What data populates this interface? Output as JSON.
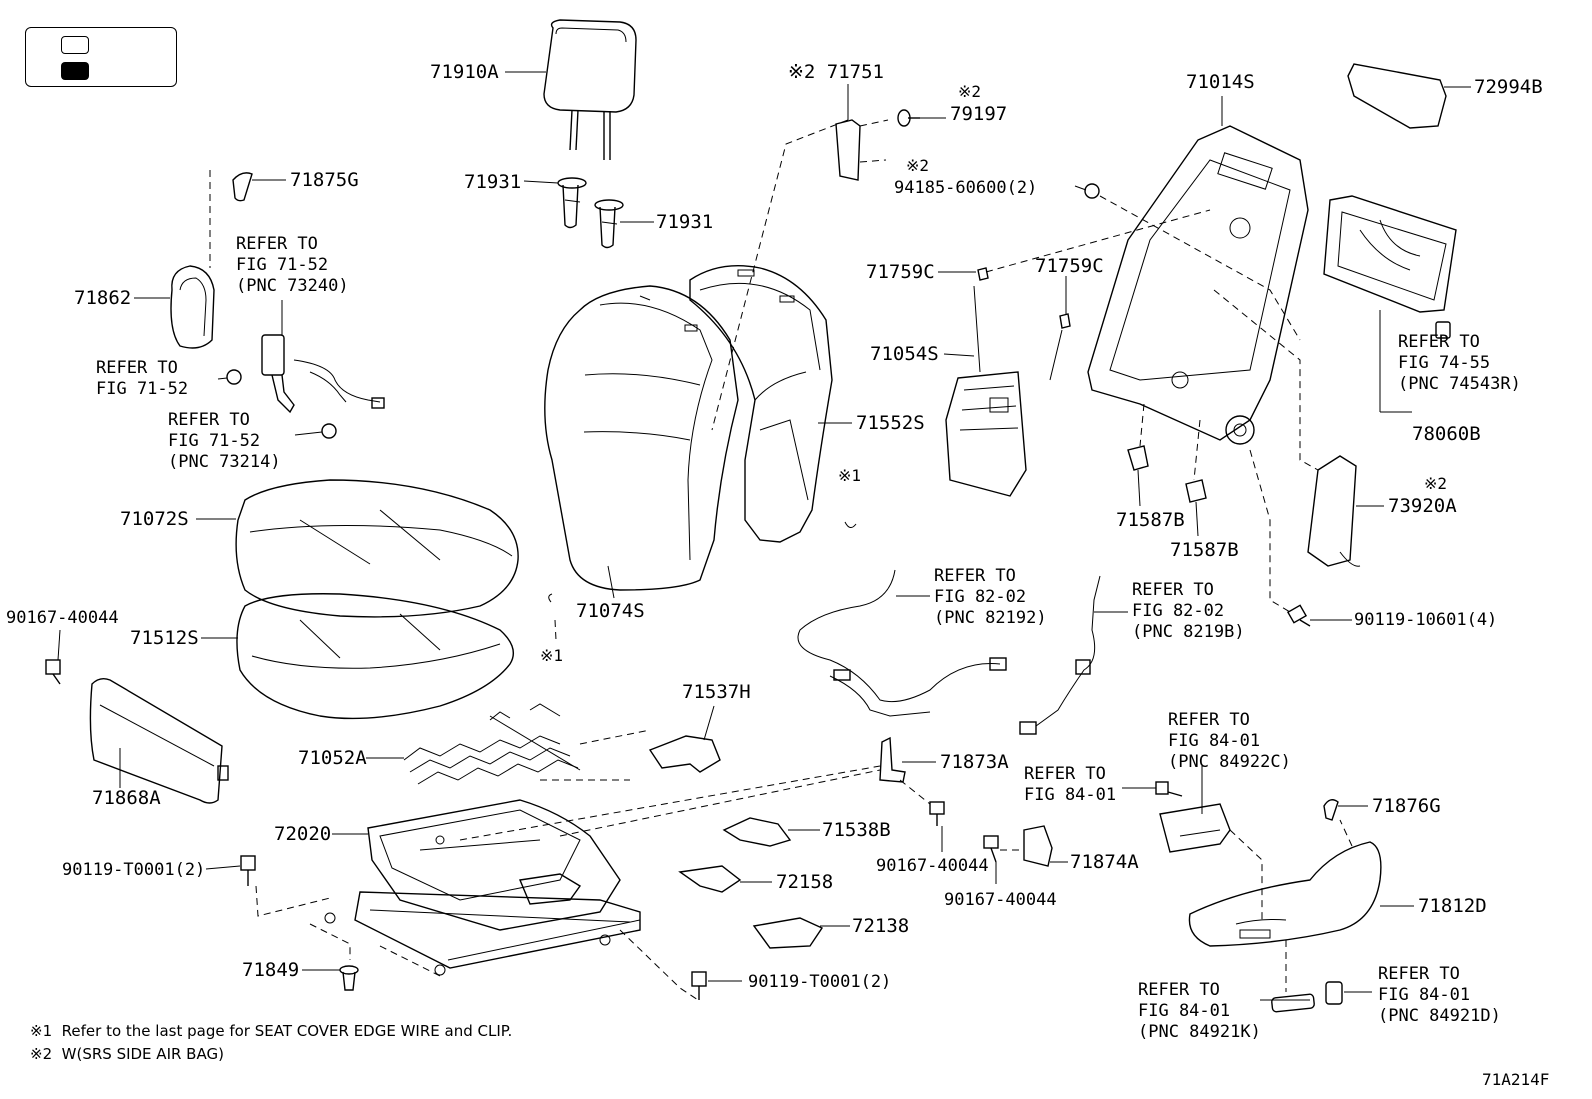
{
  "legend": {
    "items": [
      "",
      ""
    ]
  },
  "parts": [
    {
      "id": "p71910A",
      "text": "71910A"
    },
    {
      "id": "p71931a",
      "text": "71931"
    },
    {
      "id": "p71931b",
      "text": "71931"
    },
    {
      "id": "p71875G",
      "text": "71875G"
    },
    {
      "id": "p71862",
      "text": "71862"
    },
    {
      "id": "p71751",
      "text": "※2 71751"
    },
    {
      "id": "p79197",
      "text": "79197"
    },
    {
      "id": "p79197note",
      "text": "※2"
    },
    {
      "id": "p94185note",
      "text": "※2"
    },
    {
      "id": "p94185",
      "text": "94185-60600(2)"
    },
    {
      "id": "p71014S",
      "text": "71014S"
    },
    {
      "id": "p72994B",
      "text": "72994B"
    },
    {
      "id": "p71759Ca",
      "text": "71759C"
    },
    {
      "id": "p71759Cb",
      "text": "71759C"
    },
    {
      "id": "p71054S",
      "text": "71054S"
    },
    {
      "id": "p71552S",
      "text": "71552S"
    },
    {
      "id": "p78060B",
      "text": "78060B"
    },
    {
      "id": "p73920Anote",
      "text": "※2"
    },
    {
      "id": "p73920A",
      "text": "73920A"
    },
    {
      "id": "p71587Ba",
      "text": "71587B"
    },
    {
      "id": "p71587Bb",
      "text": "71587B"
    },
    {
      "id": "p71072S",
      "text": "71072S"
    },
    {
      "id": "p71074S",
      "text": "71074S"
    },
    {
      "id": "p71512S",
      "text": "71512S"
    },
    {
      "id": "p90167a",
      "text": "90167-40044"
    },
    {
      "id": "p71868A",
      "text": "71868A"
    },
    {
      "id": "p71537H",
      "text": "71537H"
    },
    {
      "id": "p71052A",
      "text": "71052A"
    },
    {
      "id": "p72020",
      "text": "72020"
    },
    {
      "id": "p90119a",
      "text": "90119-T0001(2)"
    },
    {
      "id": "p71849",
      "text": "71849"
    },
    {
      "id": "p90119b",
      "text": "90119-T0001(2)"
    },
    {
      "id": "p71873A",
      "text": "71873A"
    },
    {
      "id": "p71538B",
      "text": "71538B"
    },
    {
      "id": "p90167b",
      "text": "90167-40044"
    },
    {
      "id": "p90167c",
      "text": "90167-40044"
    },
    {
      "id": "p72158",
      "text": "72158"
    },
    {
      "id": "p72138",
      "text": "72138"
    },
    {
      "id": "p71874A",
      "text": "71874A"
    },
    {
      "id": "p71876G",
      "text": "71876G"
    },
    {
      "id": "p71812D",
      "text": "71812D"
    },
    {
      "id": "p90119c",
      "text": "90119-10601(4)"
    },
    {
      "id": "note1a",
      "text": "※1"
    },
    {
      "id": "note1b",
      "text": "※1"
    }
  ],
  "refs": [
    {
      "id": "r73240",
      "text": "REFER TO\nFIG 71-52\n(PNC 73240)"
    },
    {
      "id": "r7152a",
      "text": "REFER TO\nFIG 71-52"
    },
    {
      "id": "r73214",
      "text": "REFER TO\nFIG 71-52\n(PNC 73214)"
    },
    {
      "id": "r74543R",
      "text": "REFER TO\nFIG 74-55\n(PNC 74543R)"
    },
    {
      "id": "r82192",
      "text": "REFER TO\nFIG 82-02\n(PNC 82192)"
    },
    {
      "id": "r8219B",
      "text": "REFER TO\nFIG 82-02\n(PNC 8219B)"
    },
    {
      "id": "r84922C",
      "text": "REFER TO\nFIG 84-01\n(PNC 84922C)"
    },
    {
      "id": "r8401",
      "text": "REFER TO\nFIG 84-01"
    },
    {
      "id": "r84921K",
      "text": "REFER TO\nFIG 84-01\n(PNC 84921K)"
    },
    {
      "id": "r84921D",
      "text": "REFER TO\nFIG 84-01\n(PNC 84921D)"
    }
  ],
  "footnotes": {
    "n1": "※1  Refer to the last page for SEAT COVER EDGE WIRE and CLIP.",
    "n2": "※2  W(SRS SIDE AIR BAG)"
  },
  "figure_code": "71A214F"
}
